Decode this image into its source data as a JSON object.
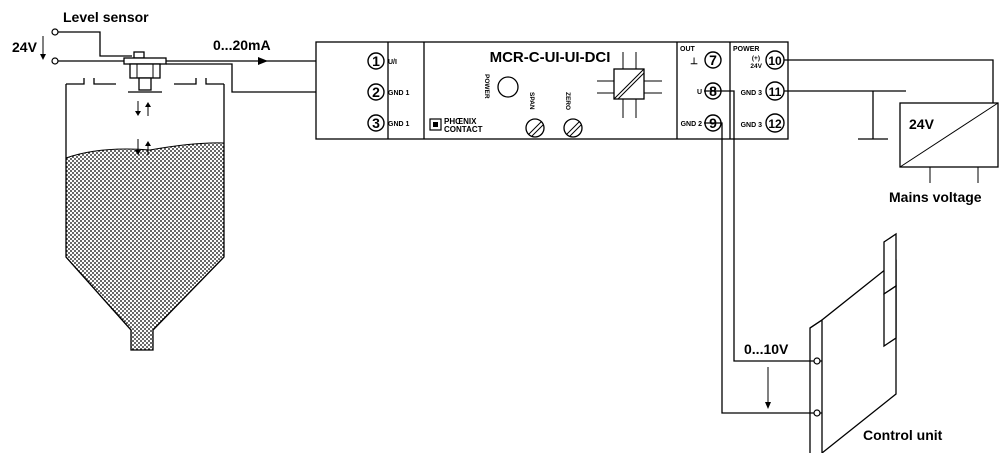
{
  "labels": {
    "level_sensor": "Level sensor",
    "supply_24v_left": "24V",
    "signal_in": "0...20mA",
    "module_name": "MCR-C-UI-UI-DCI",
    "power_led": "POWER",
    "span": "SPAN",
    "zero": "ZERO",
    "brand_line1": "PHŒNIX",
    "brand_line2": "CONTACT",
    "supply_24v_right": "24V",
    "mains_voltage": "Mains voltage",
    "signal_out": "0...10V",
    "control_unit": "Control unit"
  },
  "terminals": {
    "t1": {
      "num": "1",
      "label": "U/I"
    },
    "t2": {
      "num": "2",
      "label": "GND 1"
    },
    "t3": {
      "num": "3",
      "label": "GND 1"
    },
    "t7": {
      "num": "7",
      "label": "⊥"
    },
    "t8": {
      "num": "8",
      "label": "U"
    },
    "t9": {
      "num": "9",
      "label": "GND 2"
    },
    "t10": {
      "num": "10",
      "label": "(+)",
      "label2": "24V"
    },
    "t11": {
      "num": "11",
      "label": "GND 3"
    },
    "t12": {
      "num": "12",
      "label": "GND 3"
    }
  },
  "out_header": "OUT",
  "power_header": "POWER"
}
